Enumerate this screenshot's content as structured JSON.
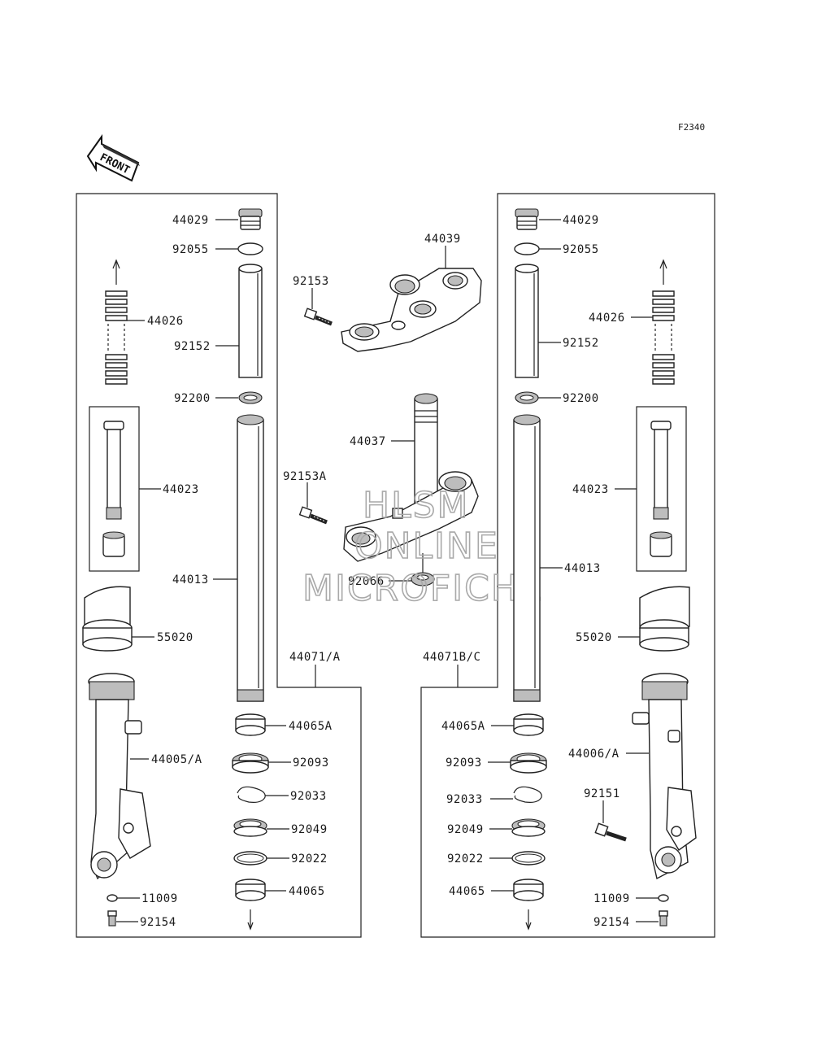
{
  "figure_code": "F2340",
  "front_label": "FRONT",
  "watermark": {
    "line1": "HLSM",
    "line2": "ONLINE",
    "line3": "MICROFICHE"
  },
  "left_leg": {
    "p44029": "44029",
    "p92055": "92055",
    "p44026": "44026",
    "p92152": "92152",
    "p92200": "92200",
    "p44023": "44023",
    "p44013": "44013",
    "p55020": "55020",
    "p44071": "44071/A",
    "p44005": "44005/A",
    "p44065A": "44065A",
    "p92093": "92093",
    "p92033": "92033",
    "p92049": "92049",
    "p92022": "92022",
    "p44065": "44065",
    "p11009": "11009",
    "p92154": "92154"
  },
  "center": {
    "p44039": "44039",
    "p92153": "92153",
    "p44037": "44037",
    "p92153A": "92153A",
    "p92066": "92066"
  },
  "right_leg": {
    "p44029": "44029",
    "p92055": "92055",
    "p44026": "44026",
    "p92152": "92152",
    "p92200": "92200",
    "p44023": "44023",
    "p44013": "44013",
    "p55020": "55020",
    "p44071": "44071B/C",
    "p44006": "44006/A",
    "p92151": "92151",
    "p44065A": "44065A",
    "p92093": "92093",
    "p92033": "92033",
    "p92049": "92049",
    "p92022": "92022",
    "p44065": "44065",
    "p11009": "11009",
    "p92154": "92154"
  }
}
